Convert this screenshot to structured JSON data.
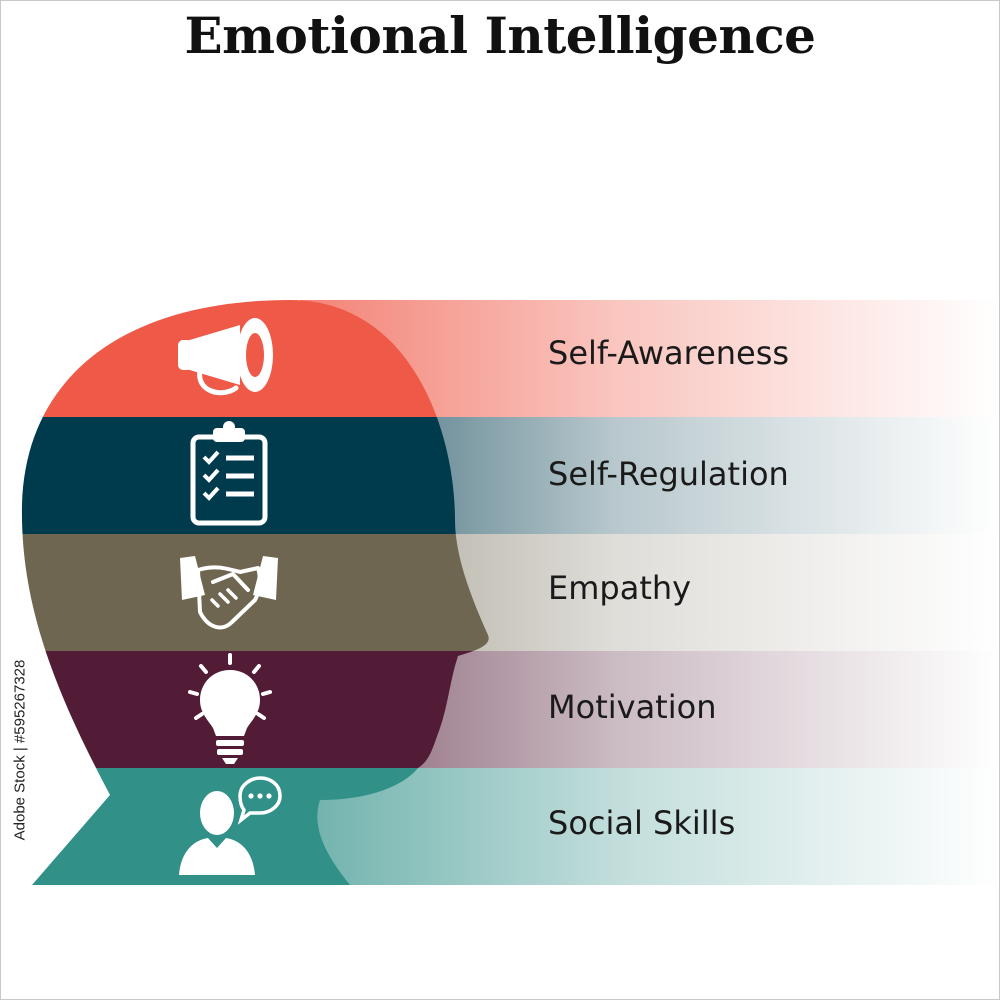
{
  "title": "Emotional Intelligence",
  "stock_id": "Adobe Stock | #595267328",
  "layers": [
    {
      "label": "Self-Awareness",
      "icon": "megaphone-icon",
      "color": "#ef5a48"
    },
    {
      "label": "Self-Regulation",
      "icon": "clipboard-checklist-icon",
      "color": "#003a4d"
    },
    {
      "label": "Empathy",
      "icon": "handshake-icon",
      "color": "#6e6650"
    },
    {
      "label": "Motivation",
      "icon": "lightbulb-icon",
      "color": "#521c36"
    },
    {
      "label": "Social Skills",
      "icon": "person-chat-icon",
      "color": "#319088"
    }
  ]
}
